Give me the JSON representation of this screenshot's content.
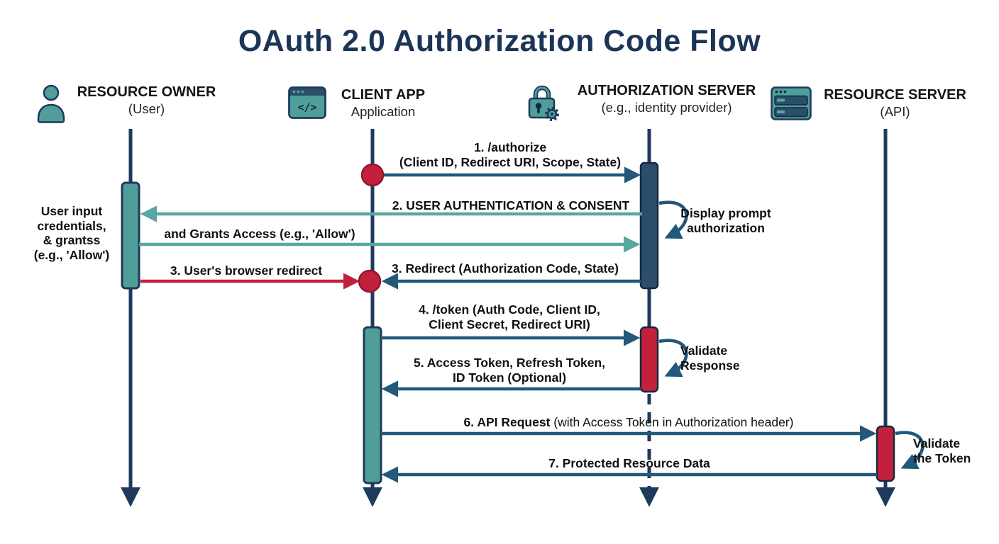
{
  "title": "OAuth 2.0 Authorization Code Flow",
  "actors": [
    {
      "name": "RESOURCE OWNER",
      "subtitle": "(User)",
      "icon": "user-icon"
    },
    {
      "name": "CLIENT APP",
      "subtitle": "Application",
      "icon": "code-window-icon"
    },
    {
      "name": "AUTHORIZATION SERVER",
      "subtitle": "(e.g., identity provider)",
      "icon": "lock-gear-icon"
    },
    {
      "name": "RESOURCE SERVER",
      "subtitle": "(API)",
      "icon": "server-icon"
    }
  ],
  "messages": [
    {
      "label": "1. /authorize\n(Client ID, Redirect URI, Scope, State)"
    },
    {
      "label": "2. USER AUTHENTICATION & CONSENT"
    },
    {
      "label": "and Grants Access (e.g., 'Allow')"
    },
    {
      "label": "3. User's browser redirect"
    },
    {
      "label": "3. Redirect (Authorization Code, State)"
    },
    {
      "label": "4. /token (Auth Code, Client ID,\nClient Secret, Redirect URI)"
    },
    {
      "label": "5. Access Token, Refresh Token,\nID Token (Optional)"
    },
    {
      "label_bold": "6. API Request",
      "label_rest": " (with Access Token in Authorization header)"
    },
    {
      "label": "7. Protected Resource Data"
    }
  ],
  "notes": {
    "left": "User input\ncredentials,\n& grantss\n(e.g., 'Allow')",
    "display_prompt": "Display prompt\nauthorization",
    "validate_response": "Validate\nResponse",
    "validate_token": "Validate\nthe Token"
  },
  "icons": {
    "code_glyph": "</>"
  },
  "colors": {
    "navy_lifeline": "#1e3a5c",
    "arrow_blue": "#22587a",
    "teal_fill": "#4f9e99",
    "teal_arrow": "#57a7a2",
    "crimson": "#c2203c",
    "dark_activation_bar": "#2b4f6b",
    "text": "#101010",
    "title": "#1c3557"
  }
}
